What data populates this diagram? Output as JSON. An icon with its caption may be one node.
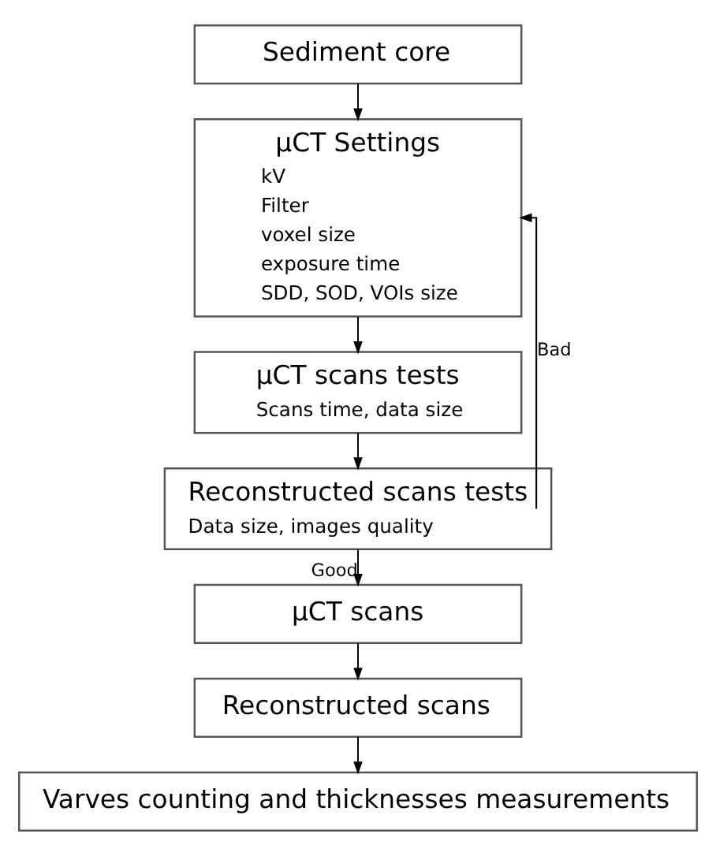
{
  "diagram": {
    "nodes": [
      {
        "text": [
          "Sediment core"
        ]
      },
      {
        "text": [
          "µCT Settings",
          "kV",
          "Filter",
          "voxel size",
          "exposure time",
          "SDD, SOD, VOIs size"
        ]
      },
      {
        "text": [
          "µCT scans tests",
          "Scans time, data size"
        ]
      },
      {
        "text": [
          "Reconstructed scans tests",
          "Data size, images quality"
        ]
      },
      {
        "text": [
          "µCT scans"
        ]
      },
      {
        "text": [
          "Reconstructed scans"
        ]
      },
      {
        "text": [
          "Varves counting and thicknesses measurements"
        ]
      }
    ],
    "edges": [
      {
        "from": 0,
        "to": 1,
        "arrow": "to"
      },
      {
        "from": 1,
        "to": 2,
        "arrow": "to"
      },
      {
        "from": 2,
        "to": 3,
        "arrow": "to"
      },
      {
        "from": 3,
        "to": 1,
        "arrow": "to",
        "label": "Bad"
      },
      {
        "from": 3,
        "to": 4,
        "arrow": "to",
        "label": "Good"
      },
      {
        "from": 4,
        "to": 5,
        "arrow": "to"
      },
      {
        "from": 5,
        "to": 6,
        "arrow": "to"
      }
    ]
  }
}
